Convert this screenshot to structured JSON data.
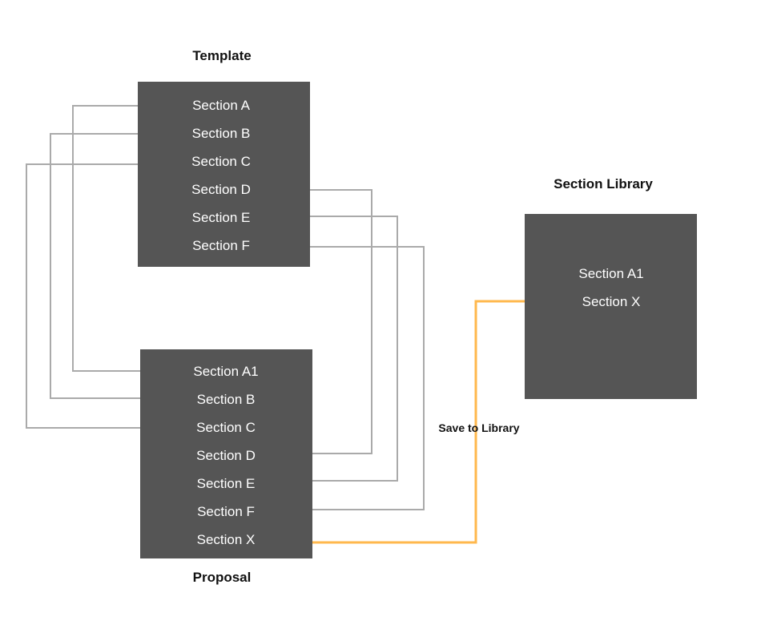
{
  "template": {
    "title": "Template",
    "sections": [
      "Section A",
      "Section B",
      "Section C",
      "Section D",
      "Section E",
      "Section F"
    ]
  },
  "proposal": {
    "title": "Proposal",
    "sections": [
      "Section A1",
      "Section B",
      "Section C",
      "Section D",
      "Section E",
      "Section F",
      "Section X"
    ]
  },
  "library": {
    "title": "Section Library",
    "sections": [
      "Section A1",
      "Section X"
    ]
  },
  "save_label": "Save to Library",
  "colors": {
    "box_fill": "#555555",
    "box_text": "#ffffff",
    "connector": "#aaaaaa",
    "save_arrow": "#ffb84d"
  }
}
